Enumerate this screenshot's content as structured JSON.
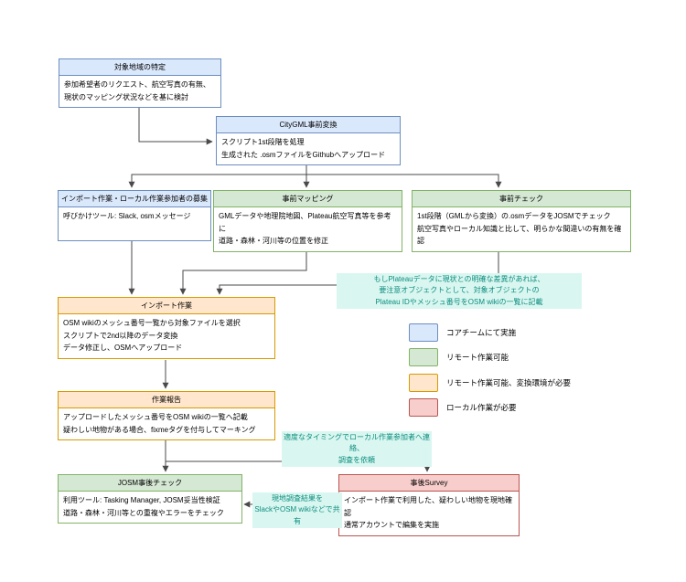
{
  "nodes": {
    "target_area": {
      "title": "対象地域の特定",
      "body": "参加希望者のリクエスト、航空写真の有無、\n現状のマッピング状況などを基に検討"
    },
    "citygml": {
      "title": "CityGML事前変換",
      "body": "スクリプト1st段階を処理\n生成された .osmファイルをGithubへアップロード"
    },
    "recruit": {
      "title": "インポート作業・ローカル作業参加者の募集",
      "body": "呼びかけツール: Slack, osmメッセージ"
    },
    "pre_mapping": {
      "title": "事前マッピング",
      "body": "GMLデータや地理院地図、Plateau航空写真等を参考に\n道路・森林・河川等の位置を修正"
    },
    "pre_check": {
      "title": "事前チェック",
      "body": "1st段階（GMLから変換）の.osmデータをJOSMでチェック\n航空写真やローカル知識と比して、明らかな間違いの有無を確認"
    },
    "import_work": {
      "title": "インポート作業",
      "body": "OSM wikiのメッシュ番号一覧から対象ファイルを選択\nスクリプトで2nd以降のデータ変換\nデータ修正し、OSMへアップロード"
    },
    "work_report": {
      "title": "作業報告",
      "body": "アップロードしたメッシュ番号をOSM wikiの一覧へ記載\n疑わしい地物がある場合、fixmeタグを付与してマーキング"
    },
    "josm_post_check": {
      "title": "JOSM事後チェック",
      "body": "利用ツール: Tasking Manager, JOSM妥当性検証\n道路・森林・河川等との重複やエラーをチェック"
    },
    "post_survey": {
      "title": "事後Survey",
      "body": "インポート作業で利用した、疑わしい地物を現地確認\n通常アカウントで編集を実施"
    }
  },
  "annotations": {
    "plateau_diff": "もしPlateauデータに現状との明確な差異があれば、\n要注意オブジェクトとして、対象オブジェクトの\nPlateau IDやメッシュ番号をOSM wikiの一覧に記載",
    "contact_local": "適度なタイミングでローカル作業参加者へ連絡、\n調査を依頼",
    "share_results": "現地調査結果を\nSlackやOSM wikiなどで共有"
  },
  "legend": {
    "items": [
      {
        "label": "コアチームにて実施",
        "color": "#dae8fc",
        "border": "#6c8ebf",
        "style": "background:#dae8fc;border-color:#6c8ebf"
      },
      {
        "label": "リモート作業可能",
        "color": "#d5e8d4",
        "border": "#82b366",
        "style": "background:#d5e8d4;border-color:#82b366"
      },
      {
        "label": "リモート作業可能、変換環境が必要",
        "color": "#ffe6cc",
        "border": "#d79b00",
        "style": "background:#ffe6cc;border-color:#d79b00"
      },
      {
        "label": "ローカル作業が必要",
        "color": "#f8cecc",
        "border": "#b85450",
        "style": "background:#f8cecc;border-color:#b85450"
      }
    ]
  }
}
